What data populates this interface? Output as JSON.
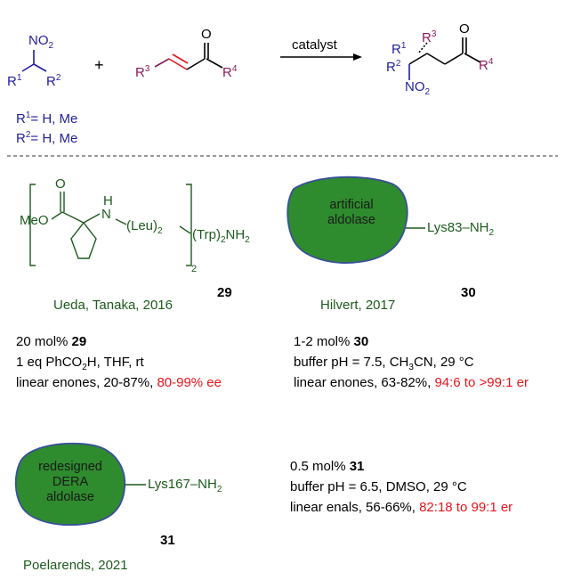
{
  "scheme": {
    "reactant1": {
      "nitro": "NO",
      "nitro_sub": "2",
      "r1": "R",
      "r1_sup": "1",
      "r2": "R",
      "r2_sup": "2"
    },
    "plus": "+",
    "reactant2": {
      "oxygen": "O",
      "r3": "R",
      "r3_sup": "3",
      "r4": "R",
      "r4_sup": "4"
    },
    "arrow_label": "catalyst",
    "product": {
      "oxygen": "O",
      "r1": "R",
      "r1_sup": "1",
      "r2": "R",
      "r2_sup": "2",
      "r3": "R",
      "r3_sup": "3",
      "r4": "R",
      "r4_sup": "4",
      "nitro": "NO",
      "nitro_sub": "2"
    },
    "definitions": [
      {
        "label": "R",
        "sup": "1",
        "rest": "= H, Me"
      },
      {
        "label": "R",
        "sup": "2",
        "rest": "= H, Me"
      }
    ]
  },
  "catalyst29": {
    "oxygen": "O",
    "meo": "MeO",
    "nh": "H",
    "n": "N",
    "leu": "(Leu)",
    "leu_sub": "2",
    "trp": "(Trp)",
    "trp_sub": "2",
    "nh2": "NH",
    "nh2_sub": "2",
    "bracket_sub": "2",
    "authors": "Ueda, Tanaka, 2016",
    "number": "29",
    "conditions": [
      {
        "prefix": "20 mol% ",
        "bold": "29",
        "suffix": "",
        "highlight": ""
      },
      {
        "prefix": "1 eq PhCO",
        "sub": "2",
        "suffix": "H, THF, rt",
        "highlight": ""
      },
      {
        "prefix": "linear enones, 20-87%, ",
        "highlight": "80-99% ee"
      }
    ]
  },
  "catalyst30": {
    "bubble_line1": "artificial",
    "bubble_line2": "aldolase",
    "tail": "Lys83",
    "tail_nh2": "NH",
    "tail_sub": "2",
    "authors": "Hilvert, 2017",
    "number": "30",
    "conditions": [
      {
        "prefix": "1-2 mol% ",
        "bold": "30"
      },
      {
        "prefix": "buffer pH = 7.5, CH",
        "sub1": "3",
        "mid": "CN, 29 °C"
      },
      {
        "prefix": "linear enones, 63-82%, ",
        "highlight": "94:6 to >99:1 er"
      }
    ]
  },
  "catalyst31": {
    "bubble_line1": "redesigned",
    "bubble_line2": "DERA",
    "bubble_line3": "aldolase",
    "tail": "Lys167",
    "tail_nh2": "NH",
    "tail_sub": "2",
    "authors": "Poelarends, 2021",
    "number": "31",
    "conditions": [
      {
        "prefix": "0.5 mol% ",
        "bold": "31"
      },
      {
        "prefix": "buffer pH = 6.5, DMSO, 29 °C"
      },
      {
        "prefix": "linear enals, 56-66%, ",
        "highlight": "82:18 to 99:1 er"
      }
    ]
  },
  "colors": {
    "blue": "#1f1f9e",
    "purple": "#8b1a5c",
    "green": "#1d5b1d",
    "red": "#e8141b",
    "bubble_fill": "#2e8b2e",
    "bubble_stroke": "#3a4f9a"
  }
}
